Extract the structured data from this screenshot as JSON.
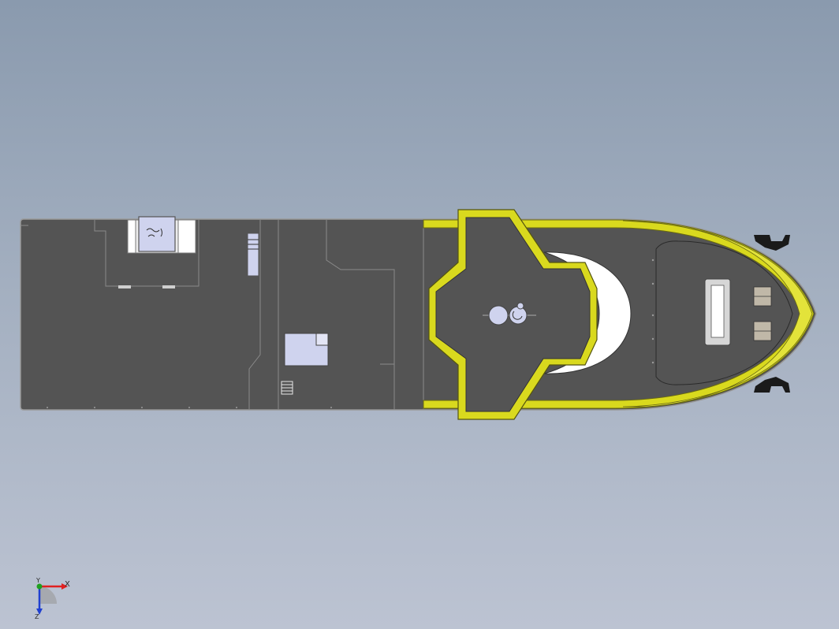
{
  "colors": {
    "background_top": "#8a9aae",
    "background_bottom": "#bcc3d2",
    "deck": "#545454",
    "deck_line": "#8a8a8a",
    "accent_yellow": "#d9d91e",
    "panel_light": "#cfd3ee",
    "axis_x": "#e02020",
    "axis_y": "#1fa01f",
    "axis_z": "#1f3fd0"
  },
  "triad": {
    "x_label": "X",
    "y_label": "Y",
    "z_label": "Z"
  },
  "icons": [
    "ship-model",
    "coordinate-triad-icon",
    "winch-icon",
    "ladder-icon",
    "mast-icon"
  ]
}
